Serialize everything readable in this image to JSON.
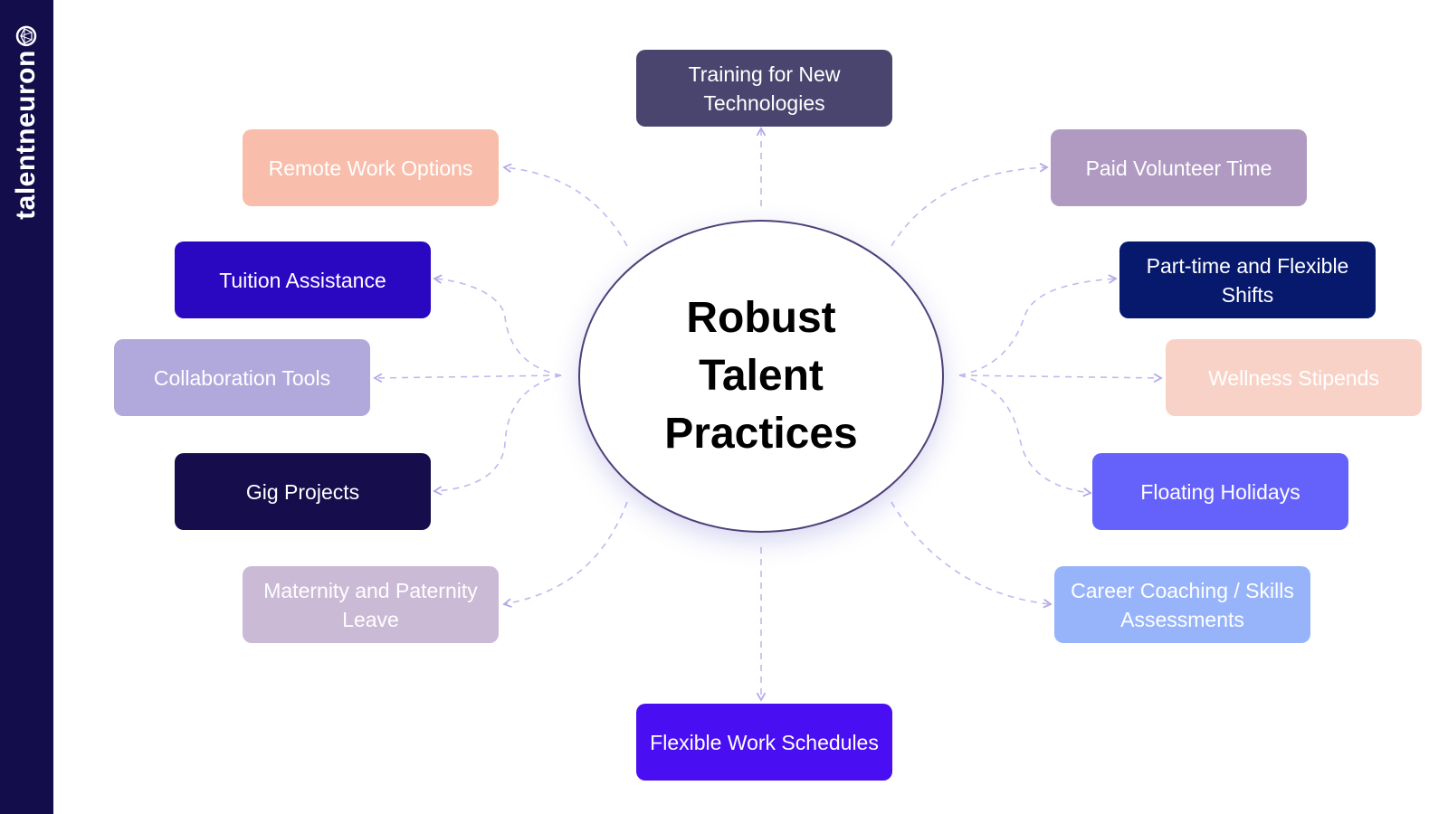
{
  "brand": {
    "logo_text": "talentneuron"
  },
  "hub": {
    "title": "Robust Talent Practices"
  },
  "nodes": [
    {
      "id": "training",
      "label": "Training for New Technologies",
      "color": "#4a456f"
    },
    {
      "id": "remote-work",
      "label": "Remote Work Options",
      "color": "#f8beab"
    },
    {
      "id": "paid-volunteer",
      "label": "Paid Volunteer Time",
      "color": "#b09ac2"
    },
    {
      "id": "tuition",
      "label": "Tuition Assistance",
      "color": "#2a08c2"
    },
    {
      "id": "part-time",
      "label": "Part-time and Flexible Shifts",
      "color": "#07196d"
    },
    {
      "id": "collaboration",
      "label": "Collaboration Tools",
      "color": "#b1a9db"
    },
    {
      "id": "wellness",
      "label": "Wellness Stipends",
      "color": "#f9d2c7"
    },
    {
      "id": "gig-projects",
      "label": "Gig Projects",
      "color": "#150d4c"
    },
    {
      "id": "floating-holidays",
      "label": "Floating Holidays",
      "color": "#6562fb"
    },
    {
      "id": "maternity",
      "label": "Maternity and Paternity Leave",
      "color": "#cbbad6"
    },
    {
      "id": "career-coaching",
      "label": "Career Coaching / Skills Assessments",
      "color": "#97b4fb"
    },
    {
      "id": "flexible-schedules",
      "label": "Flexible Work Schedules",
      "color": "#4a0ef2"
    }
  ],
  "colors": {
    "connector": "#c2b8ee",
    "arrowhead": "#b3a8e8",
    "hub_border": "#4f3f78",
    "brand_bar": "#130d4b"
  }
}
